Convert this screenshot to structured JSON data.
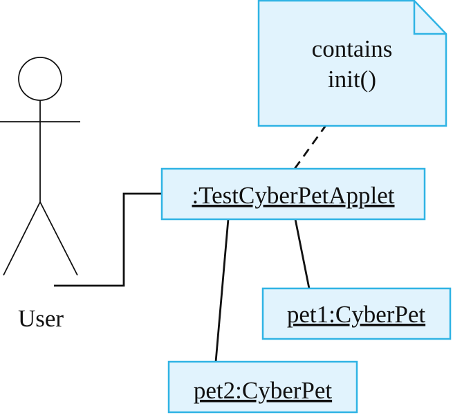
{
  "colors": {
    "box_fill": "#e1f3fd",
    "box_stroke": "#2fb3e4",
    "line": "#111111"
  },
  "actor": {
    "label": "User",
    "icon": "stick-figure-icon"
  },
  "note": {
    "line1": "contains",
    "line2": "init()"
  },
  "objects": {
    "main": {
      "label": ":TestCyberPetApplet"
    },
    "pet1": {
      "label": "pet1:CyberPet"
    },
    "pet2": {
      "label": "pet2:CyberPet"
    }
  }
}
